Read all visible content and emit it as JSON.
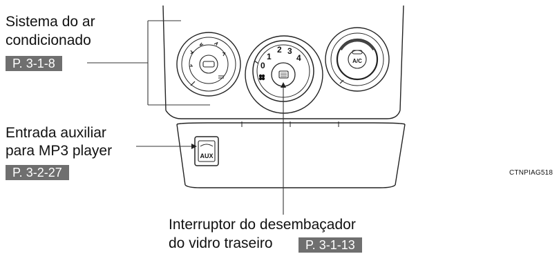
{
  "labels": {
    "ac_system": {
      "line1": "Sistema do ar",
      "line2": "condicionado",
      "ref": "P. 3-1-8"
    },
    "aux_input": {
      "line1": "Entrada auxiliar",
      "line2": "para MP3 player",
      "ref": "P. 3-2-27"
    },
    "rear_defogger": {
      "line1": "Interruptor do desembaçador",
      "line2": "do vidro traseiro",
      "ref": "P. 3-1-13"
    }
  },
  "controls": {
    "fan_dial_numbers": [
      "0",
      "1",
      "2",
      "3",
      "4"
    ],
    "ac_button": "A/C",
    "aux_jack": "AUX"
  },
  "image_code": "CTNPIAG518"
}
